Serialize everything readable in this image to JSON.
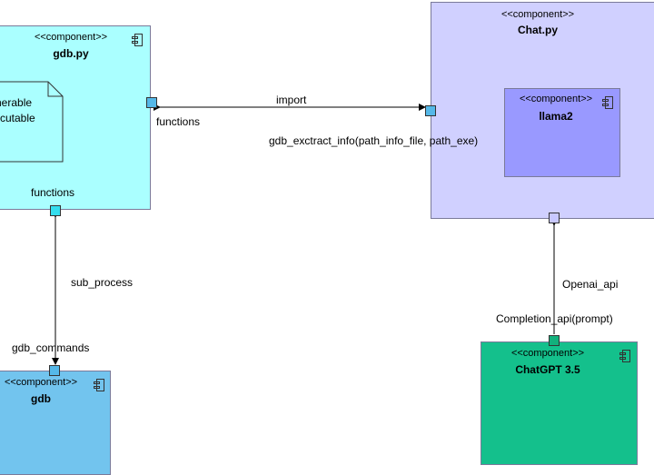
{
  "components": {
    "gdb_py": {
      "stereotype": "<<component>>",
      "name": "gdb.py",
      "color": "#aaffff",
      "icon": "component-icon"
    },
    "chat_py": {
      "stereotype": "<<component>>",
      "name": "Chat.py",
      "color": "#d0d0ff",
      "icon": "component-icon"
    },
    "llama2": {
      "stereotype": "<<component>>",
      "name": "llama2",
      "color": "#9999ff",
      "icon": "component-icon"
    },
    "gdb": {
      "stereotype": "<<component>>",
      "name": "gdb",
      "color": "#72c4ee",
      "icon": "component-icon"
    },
    "chatgpt": {
      "stereotype": "<<component>>",
      "name": "ChatGPT 3.5",
      "color": "#14c08c",
      "icon": "component-icon"
    }
  },
  "note": {
    "line1": "nerable",
    "line2": "cutable",
    "color": "#aaffff"
  },
  "labels": {
    "functions_right": "functions",
    "functions_bottom": "functions",
    "import": "import",
    "gdb_extract": "gdb_exctract_info(path_info_file, path_exe)",
    "sub_process": "sub_process",
    "gdb_commands": "gdb_commands",
    "openai_api": "Openai_api",
    "completion_api": "Completion_api(prompt)"
  },
  "port_colors": {
    "blue": "#55b8e8",
    "cyan": "#33ddee",
    "lavender": "#c8c8ff",
    "green": "#12b07c"
  }
}
